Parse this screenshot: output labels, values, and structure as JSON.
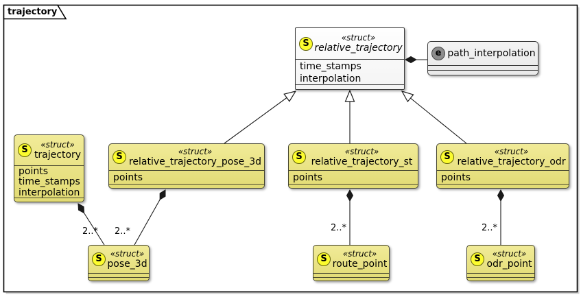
{
  "diagram": {
    "kind": "uml-class-diagram",
    "package_title": "trajectory"
  },
  "colors": {
    "struct_fill_top": "#F1EB98",
    "struct_fill_bottom": "#E2DB74",
    "struct_border": "#45452F",
    "abstract_fill": "#FEFEFE",
    "enum_fill": "#EFEFEF",
    "struct_badge_fill": "#FCFC2E",
    "enum_badge_fill": "#8C8C8C",
    "edge_stroke": "#1A1A1A"
  },
  "classes": [
    {
      "name": "relative_trajectory",
      "stereotype": "«struct»",
      "badge": "S",
      "abstract": true,
      "attributes": [
        "time_stamps",
        "interpolation"
      ]
    },
    {
      "name": "path_interpolation",
      "badge": "e",
      "attributes": []
    },
    {
      "name": "trajectory",
      "stereotype": "«struct»",
      "badge": "S",
      "attributes": [
        "points",
        "time_stamps",
        "interpolation"
      ]
    },
    {
      "name": "relative_trajectory_pose_3d",
      "stereotype": "«struct»",
      "badge": "S",
      "attributes": [
        "points"
      ]
    },
    {
      "name": "relative_trajectory_st",
      "stereotype": "«struct»",
      "badge": "S",
      "attributes": [
        "points"
      ]
    },
    {
      "name": "relative_trajectory_odr",
      "stereotype": "«struct»",
      "badge": "S",
      "attributes": [
        "points"
      ]
    },
    {
      "name": "pose_3d",
      "stereotype": "«struct»",
      "badge": "S",
      "attributes": []
    },
    {
      "name": "route_point",
      "stereotype": "«struct»",
      "badge": "S",
      "attributes": []
    },
    {
      "name": "odr_point",
      "stereotype": "«struct»",
      "badge": "S",
      "attributes": []
    }
  ],
  "relations": [
    {
      "type": "composition",
      "from": "relative_trajectory",
      "to": "path_interpolation"
    },
    {
      "type": "inheritance",
      "from": "relative_trajectory_pose_3d",
      "to": "relative_trajectory"
    },
    {
      "type": "inheritance",
      "from": "relative_trajectory_st",
      "to": "relative_trajectory"
    },
    {
      "type": "inheritance",
      "from": "relative_trajectory_odr",
      "to": "relative_trajectory"
    },
    {
      "type": "composition",
      "from": "trajectory",
      "to": "pose_3d",
      "multiplicity": "2..*"
    },
    {
      "type": "composition",
      "from": "relative_trajectory_pose_3d",
      "to": "pose_3d",
      "multiplicity": "2..*"
    },
    {
      "type": "composition",
      "from": "relative_trajectory_st",
      "to": "route_point",
      "multiplicity": "2..*"
    },
    {
      "type": "composition",
      "from": "relative_trajectory_odr",
      "to": "odr_point",
      "multiplicity": "2..*"
    }
  ]
}
